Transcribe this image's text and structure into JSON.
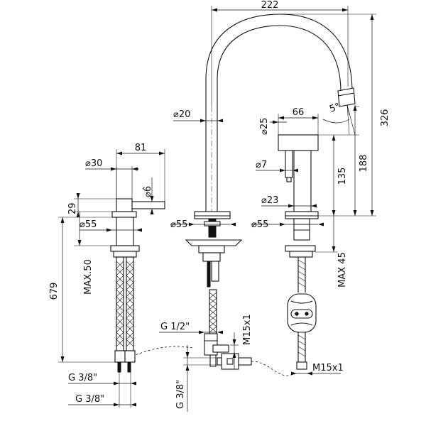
{
  "diagram": {
    "type": "technical-drawing",
    "dimensions": {
      "spout_reach": "222",
      "spout_height": "326",
      "spout_tube_dia": "⌀20",
      "spout_angle": "5°",
      "right_body_dia": "⌀25",
      "right_handle_length": "66",
      "right_handle_dia": "⌀7",
      "right_height_188": "188",
      "right_height_135": "135",
      "right_base_dia_23": "⌀23",
      "right_base_dia_55": "⌀55",
      "right_max_45": "MAX 45",
      "center_base_dia_55": "⌀55",
      "left_handle_length": "81",
      "left_body_dia": "⌀30",
      "left_pin_dia": "⌀6",
      "left_height_29": "29",
      "left_base_dia_55": "⌀55",
      "left_max_50": "MAX.50",
      "left_total_679": "679",
      "left_thread_1": "G 3/8\"",
      "left_thread_2": "G 3/8\"",
      "center_thread_half": "G 1/2\"",
      "center_thread_vertical": "G 3/8\"",
      "center_m15": "M15x1",
      "right_m15": "M15x1"
    }
  }
}
